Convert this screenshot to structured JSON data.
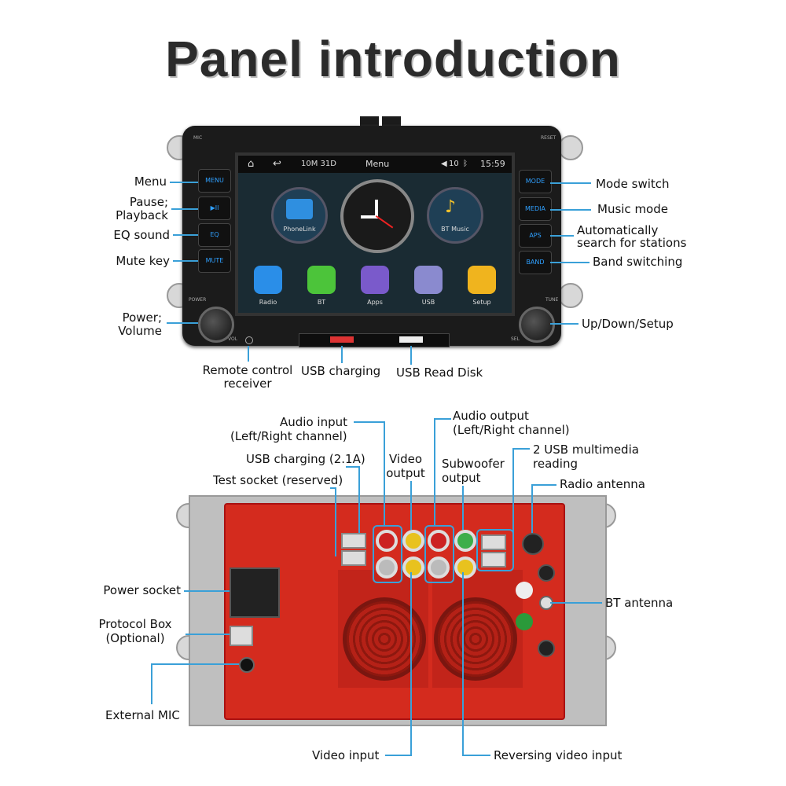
{
  "title": "Panel introduction",
  "front": {
    "left_labels": {
      "menu": "Menu",
      "pause_1": "Pause;",
      "pause_2": "Playback",
      "eq": "EQ sound",
      "mute": "Mute key",
      "power_1": "Power;",
      "power_2": "Volume"
    },
    "right_labels": {
      "mode": "Mode switch",
      "music": "Music mode",
      "auto_1": "Automatically",
      "auto_2": "search for stations",
      "band": "Band switching",
      "updown": "Up/Down/Setup"
    },
    "bottom_labels": {
      "remote_1": "Remote control",
      "remote_2": "receiver",
      "usb_charging": "USB charging",
      "usb_read": "USB Read Disk"
    },
    "buttons": {
      "menu": "MENU",
      "pause": "▶II",
      "eq": "EQ",
      "mute": "MUTE",
      "mode": "MODE",
      "media": "MEDIA",
      "aps": "APS",
      "band": "BAND"
    },
    "panel_text": {
      "mic": "MIC",
      "reset": "RESET",
      "power": "POWER",
      "tune": "TUNE",
      "vol": "VOL",
      "sel": "SEL"
    },
    "screen": {
      "status_left": "10M 31D",
      "status_title": "Menu",
      "volume": "10",
      "time": "15:59",
      "widget_left": "PhoneLink",
      "widget_right": "BT Music",
      "apps": [
        "Radio",
        "BT",
        "Apps",
        "USB",
        "Setup"
      ]
    }
  },
  "rear": {
    "labels": {
      "audio_in_1": "Audio input",
      "audio_in_2": "(Left/Right channel)",
      "usb_charging": "USB charging (2.1A)",
      "test_socket": "Test socket (reserved)",
      "video_out_1": "Video",
      "video_out_2": "output",
      "audio_out_1": "Audio output",
      "audio_out_2": "(Left/Right channel)",
      "sub_1": "Subwoofer",
      "sub_2": "output",
      "usb2_1": "2 USB multimedia",
      "usb2_2": "reading",
      "radio_ant": "Radio antenna",
      "power_socket": "Power socket",
      "protocol_1": "Protocol Box",
      "protocol_2": "(Optional)",
      "ext_mic": "External MIC",
      "bt_ant": "BT antenna",
      "video_in": "Video input",
      "rev_video": "Reversing video input"
    }
  }
}
